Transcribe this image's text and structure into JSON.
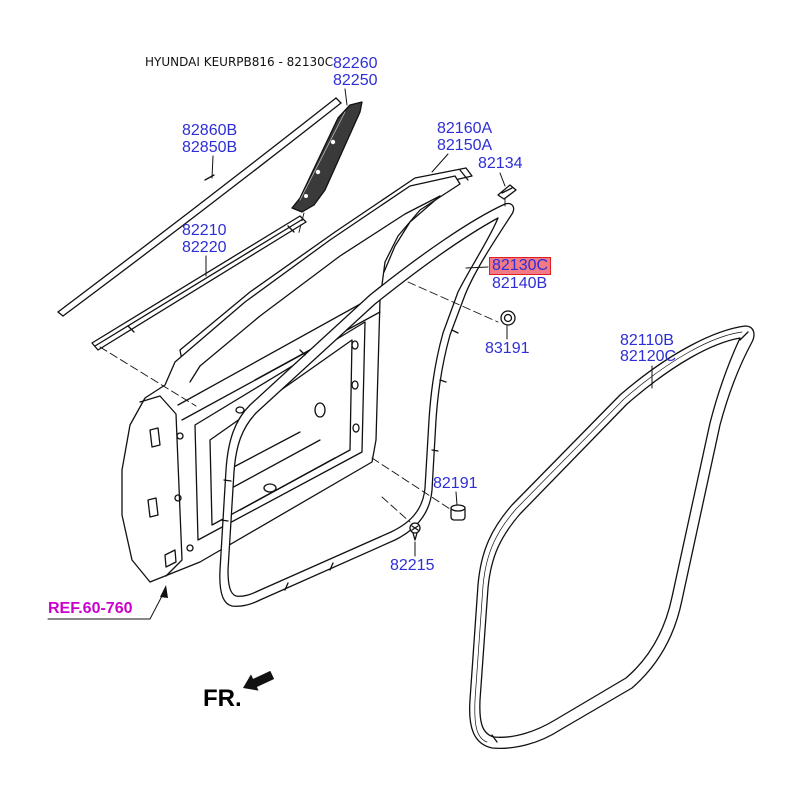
{
  "header": {
    "title": "HYUNDAI KEURPB816 - 82130C"
  },
  "callouts": {
    "pillar_top": "82260",
    "pillar_bottom": "82250",
    "long_strip_top": "82860B",
    "long_strip_bottom": "82850B",
    "channel_top": "82160A",
    "channel_bottom": "82150A",
    "clip": "82134",
    "belt_strip_top": "82210",
    "belt_strip_bottom": "82220",
    "door_seal_selected": "82130C",
    "door_seal_alt": "82140B",
    "grommet": "83191",
    "body_seal_top": "82110B",
    "body_seal_bottom": "82120C",
    "bumper": "82191",
    "screw": "82215"
  },
  "reference": "REF.60-760",
  "direction": "FR.",
  "colors": {
    "callout": "#2e2ed6",
    "highlight_fill": "#f27a86",
    "highlight_border": "#e02020",
    "reference": "#cc00cc",
    "line": "#111111"
  },
  "icons": {
    "direction": "arrow-down-left-icon",
    "reference_pointer": "arrow-up-icon"
  }
}
